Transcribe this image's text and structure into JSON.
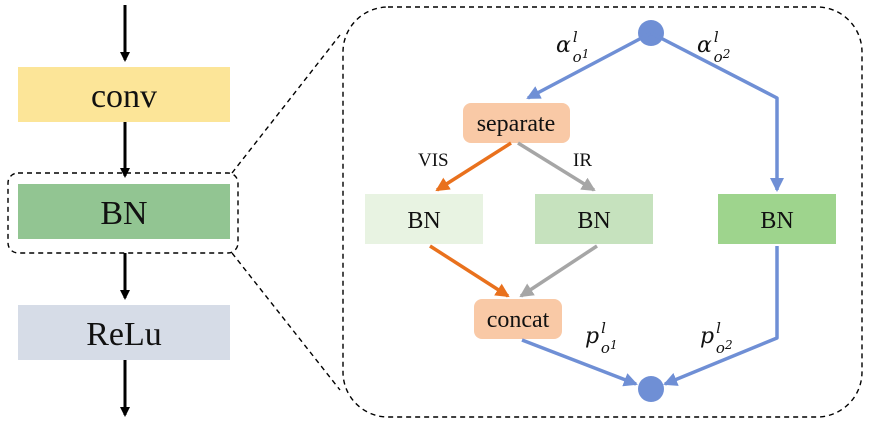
{
  "left_stack": {
    "conv": {
      "label": "conv",
      "color": "#FCE598"
    },
    "bn": {
      "label": "BN",
      "color": "#92C592"
    },
    "relu": {
      "label": "ReLu",
      "color": "#D6DCE7"
    }
  },
  "detail": {
    "separate": {
      "label": "separate",
      "color": "#F9C9A6"
    },
    "concat": {
      "label": "concat",
      "color": "#F9C9A6"
    },
    "bn_vis": {
      "label": "BN",
      "color": "#E8F3E2"
    },
    "bn_ir": {
      "label": "BN",
      "color": "#C6E2BE"
    },
    "bn_shared": {
      "label": "BN",
      "color": "#9ED48D"
    },
    "edge_labels": {
      "vis": "VIS",
      "ir": "IR"
    },
    "alpha_o1": {
      "base": "α",
      "sup": "l",
      "sub": "o",
      "subsub": "1"
    },
    "alpha_o2": {
      "base": "α",
      "sup": "l",
      "sub": "o",
      "subsub": "2"
    },
    "p_o1": {
      "base": "p",
      "sup": "l",
      "sub": "o",
      "subsub": "1"
    },
    "p_o2": {
      "base": "p",
      "sup": "l",
      "sub": "o",
      "subsub": "2"
    }
  },
  "colors": {
    "blue": "#6F8FD5",
    "orange": "#E9711D",
    "gray": "#A6A6A6",
    "node": "#6F8FD5"
  }
}
